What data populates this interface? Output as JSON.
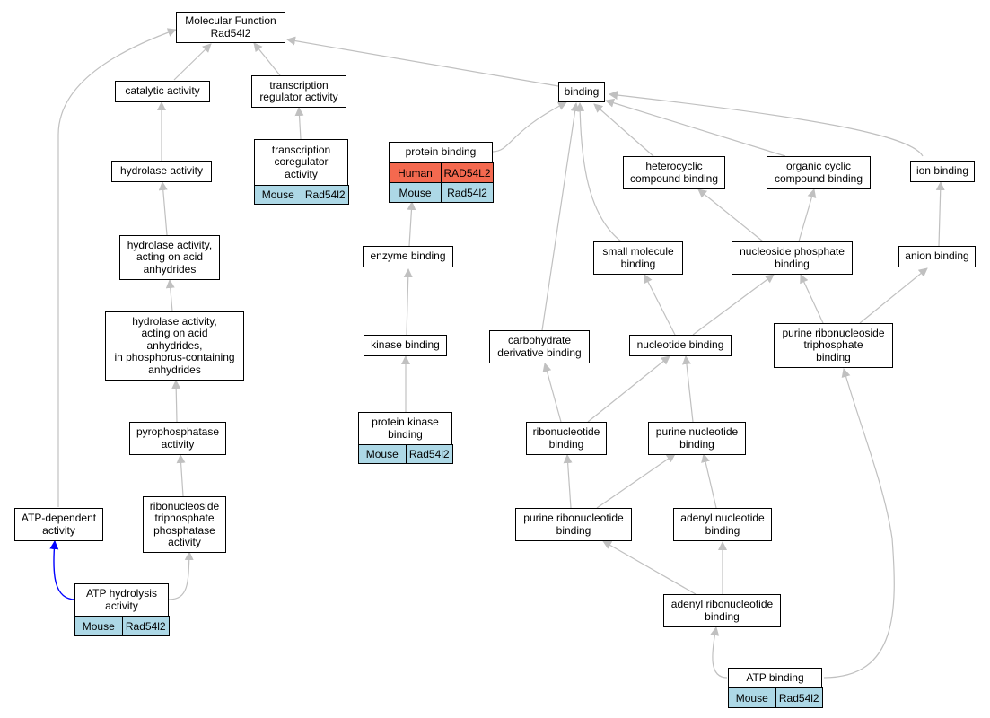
{
  "colors": {
    "edge": "#c0c0c0",
    "highlight_edge": "#0000ff",
    "human": "#f4694f",
    "mouse": "#add8e6"
  },
  "nodes": {
    "mf": "Molecular Function\nRad54l2",
    "catalytic": "catalytic activity",
    "tra": "transcription\nregulator activity",
    "binding": "binding",
    "hydrolase": "hydrolase activity",
    "tca": "transcription\ncoregulator\nactivity",
    "protein_binding": "protein binding",
    "heterocyclic": "heterocyclic\ncompound binding",
    "organic_cyclic": "organic cyclic\ncompound binding",
    "ion_binding": "ion binding",
    "hyd_acid": "hydrolase activity,\nacting on acid\nanhydrides",
    "enzyme_binding": "enzyme binding",
    "small_mol": "small molecule\nbinding",
    "nuc_phos": "nucleoside phosphate\nbinding",
    "anion": "anion binding",
    "hyd_phos": "hydrolase activity,\nacting on acid\nanhydrides,\nin phosphorus-containing\nanhydrides",
    "carb": "carbohydrate\nderivative binding",
    "kinase": "kinase binding",
    "nucleotide": "nucleotide binding",
    "pur_ribo_tri": "purine ribonucleoside\ntriphosphate\nbinding",
    "pyro": "pyrophosphatase\nactivity",
    "pkb": "protein kinase\nbinding",
    "ribonuc": "ribonucleotide\nbinding",
    "pur_nuc": "purine nucleotide\nbinding",
    "atp_dep": "ATP-dependent\nactivity",
    "ribo_tri_phos": "ribonucleoside\ntriphosphate\nphosphatase\nactivity",
    "pur_ribonuc": "purine ribonucleotide\nbinding",
    "adenyl_nuc": "adenyl nucleotide\nbinding",
    "atp_hyd": "ATP hydrolysis\nactivity",
    "adenyl_ribo": "adenyl ribonucleotide\nbinding",
    "atp_binding": "ATP binding"
  },
  "annotations": {
    "tca": [
      [
        "Mouse",
        "Rad54l2"
      ]
    ],
    "protein_binding": [
      [
        "Human",
        "RAD54L2"
      ],
      [
        "Mouse",
        "Rad54l2"
      ]
    ],
    "pkb": [
      [
        "Mouse",
        "Rad54l2"
      ]
    ],
    "atp_hyd": [
      [
        "Mouse",
        "Rad54l2"
      ]
    ],
    "atp_binding": [
      [
        "Mouse",
        "Rad54l2"
      ]
    ]
  }
}
